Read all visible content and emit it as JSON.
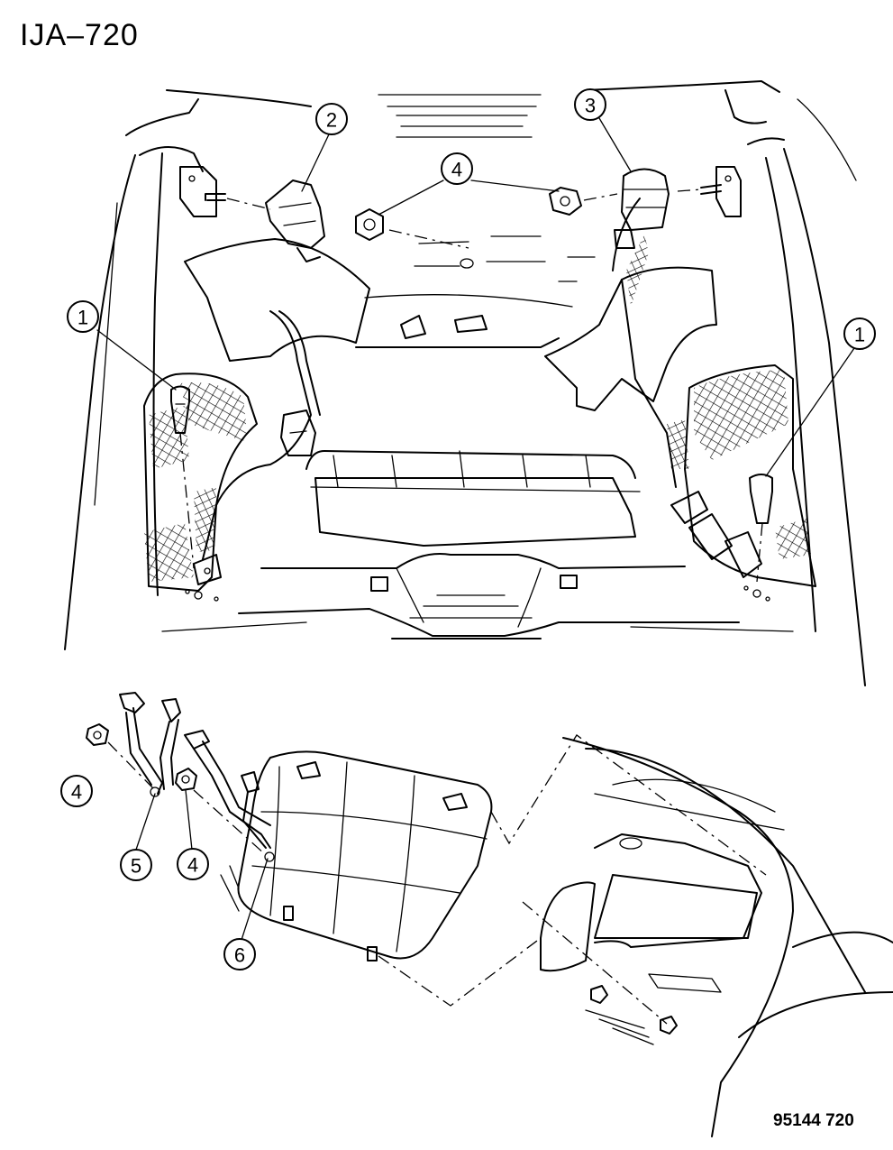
{
  "title": "IJA–720",
  "figure_code": "95144 720",
  "callouts": [
    {
      "id": "c1a",
      "number": "1"
    },
    {
      "id": "c1b",
      "number": "1"
    },
    {
      "id": "c2",
      "number": "2"
    },
    {
      "id": "c3",
      "number": "3"
    },
    {
      "id": "c4a",
      "number": "4"
    },
    {
      "id": "c4b",
      "number": "4"
    },
    {
      "id": "c4c",
      "number": "4"
    },
    {
      "id": "c5",
      "number": "5"
    },
    {
      "id": "c6",
      "number": "6"
    }
  ]
}
